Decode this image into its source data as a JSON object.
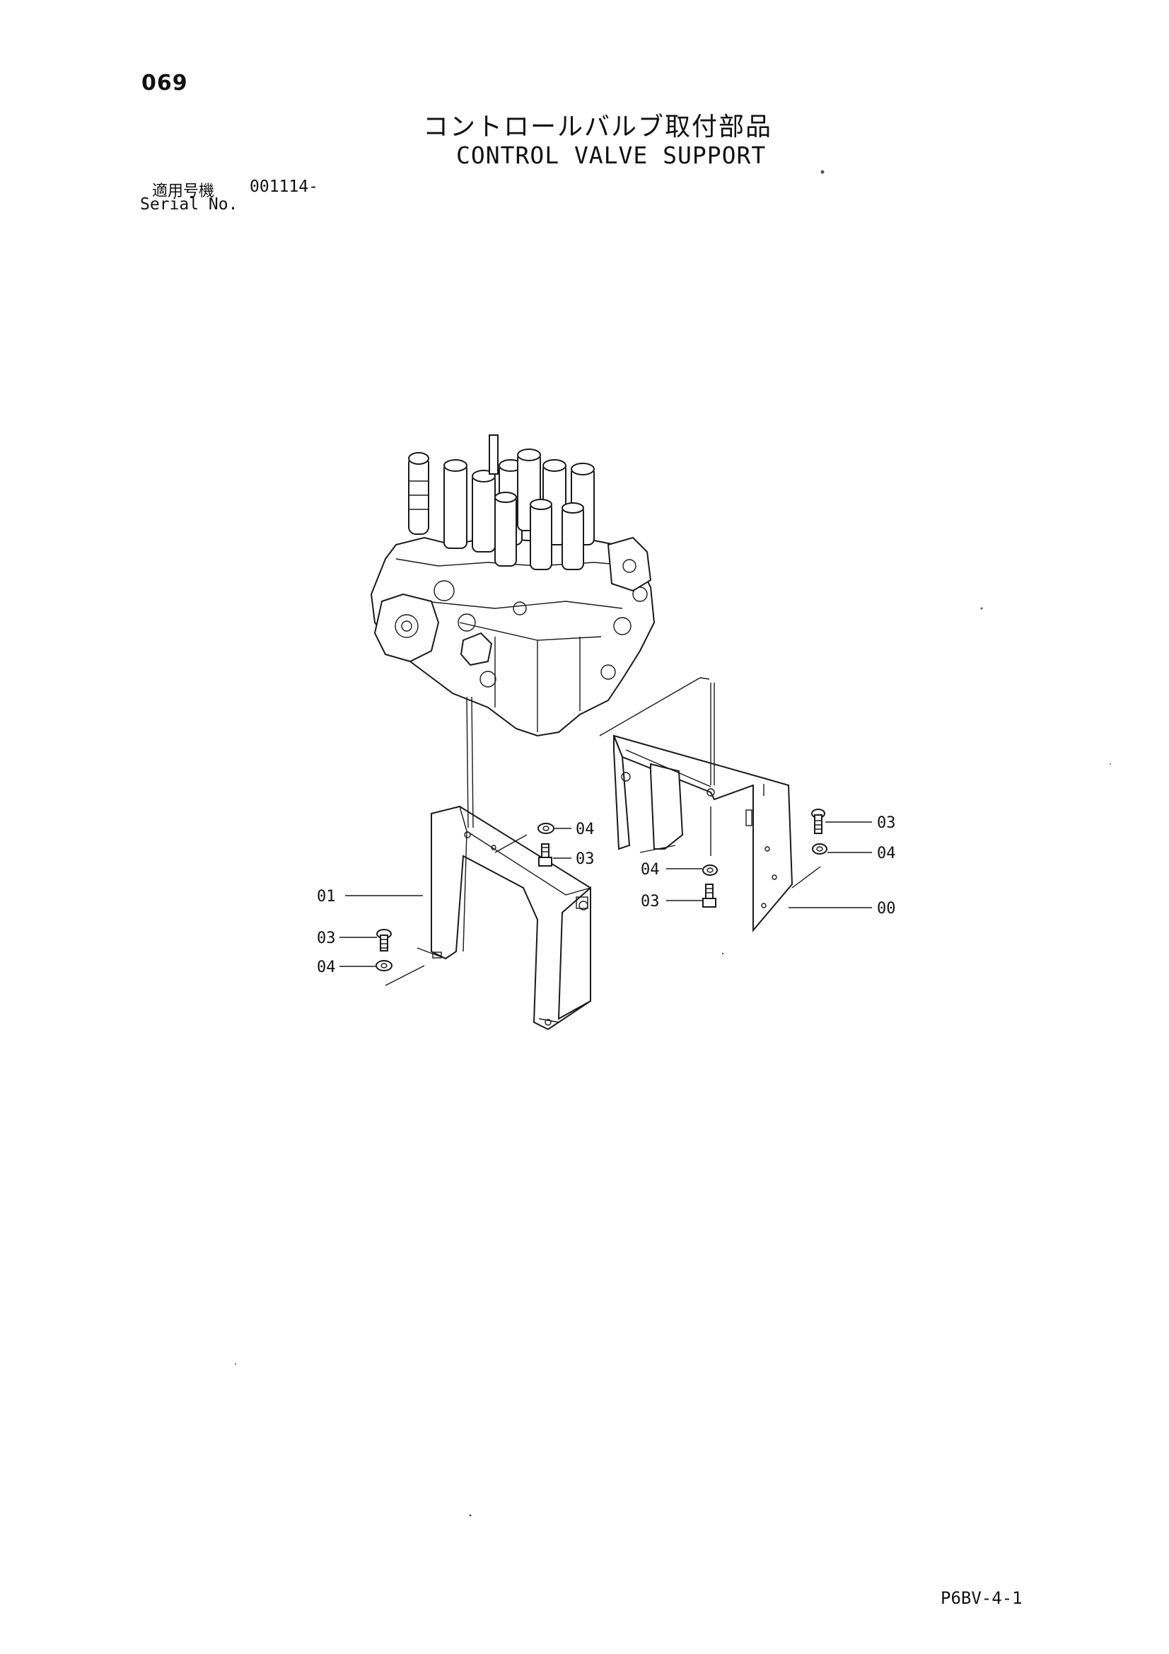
{
  "header": {
    "page_number": "069",
    "title_jp": "コントロールバルブ取付部品",
    "title_en": "CONTROL VALVE SUPPORT"
  },
  "serial": {
    "label_jp": "適用号機",
    "value": "001114-",
    "label_en": "Serial No."
  },
  "callouts": {
    "c00": "00",
    "c01": "01",
    "c03_top_right": "03",
    "c04_right_upper": "04",
    "c04_center_upper": "04",
    "c03_center_upper": "03",
    "c04_center_lower": "04",
    "c03_center_lower": "03",
    "c03_left": "03",
    "c04_left": "04"
  },
  "footer": {
    "code": "P6BV-4-1"
  }
}
